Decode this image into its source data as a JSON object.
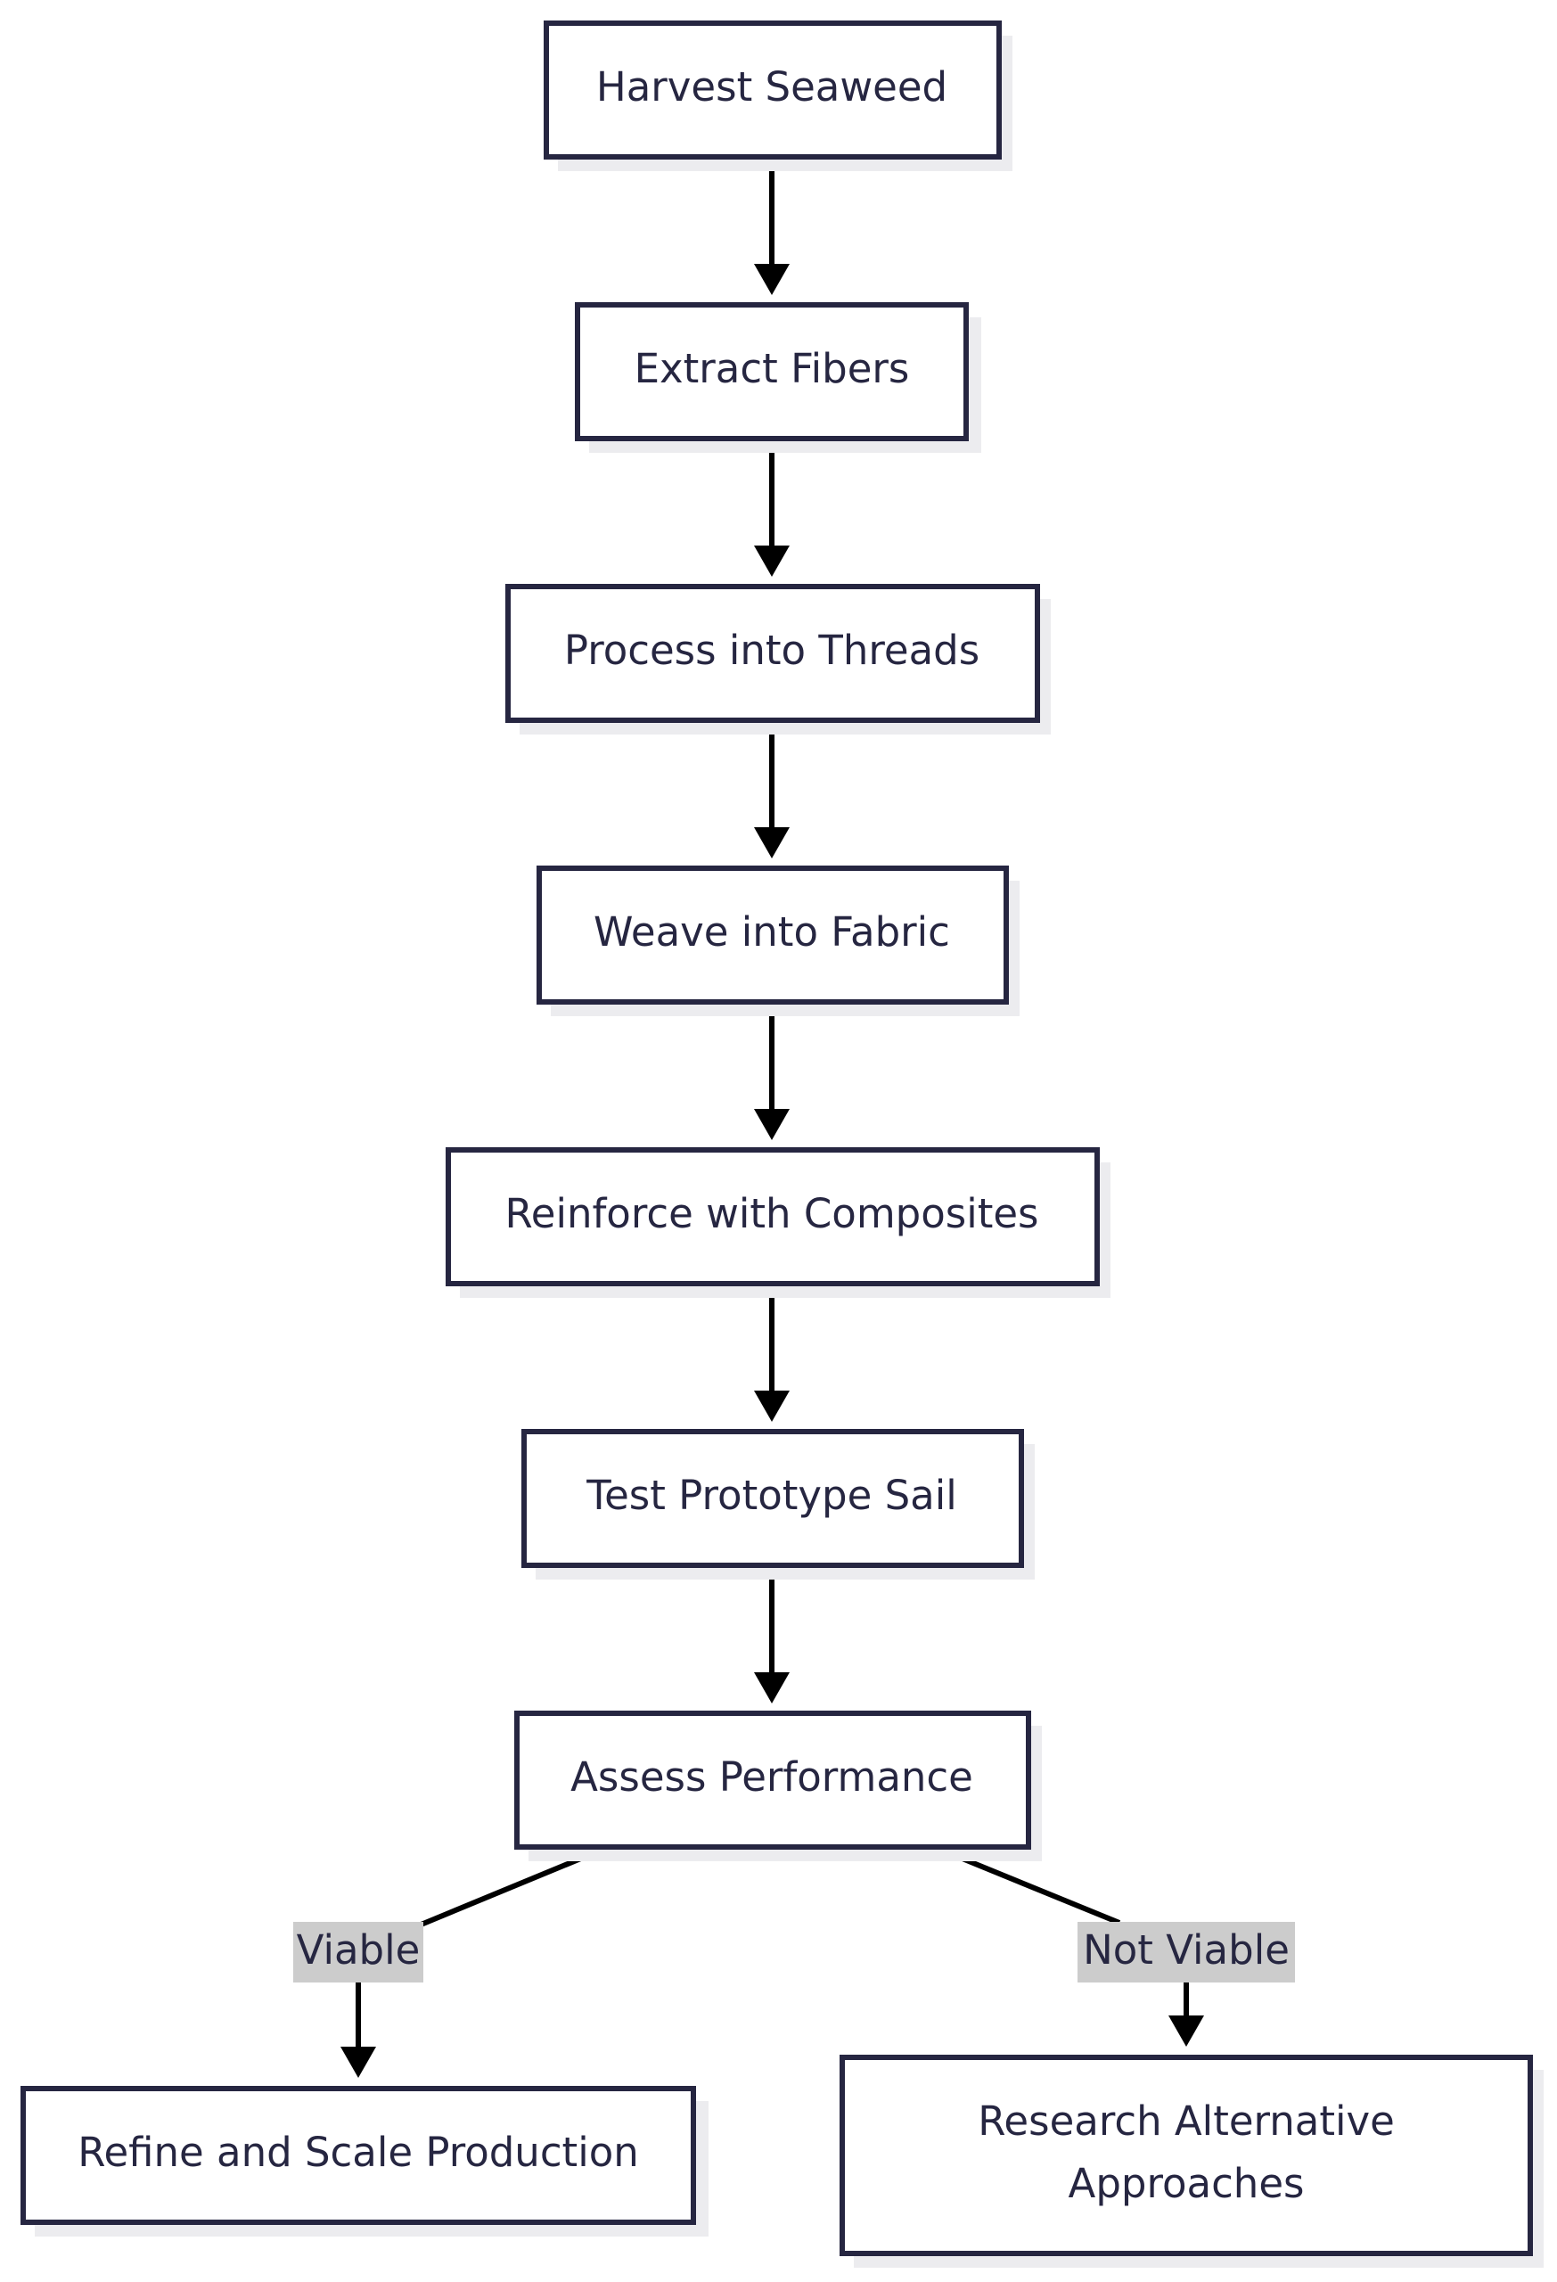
{
  "diagram": {
    "nodes": {
      "harvest": "Harvest Seaweed",
      "extract": "Extract Fibers",
      "process": "Process into Threads",
      "weave": "Weave into Fabric",
      "reinforce": "Reinforce with Composites",
      "test": "Test Prototype Sail",
      "assess": "Assess Performance",
      "refine": "Refine and Scale Production",
      "research_line1": "Research Alternative",
      "research_line2": "Approaches"
    },
    "edges": [
      {
        "from": "harvest",
        "to": "extract",
        "label": ""
      },
      {
        "from": "extract",
        "to": "process",
        "label": ""
      },
      {
        "from": "process",
        "to": "weave",
        "label": ""
      },
      {
        "from": "weave",
        "to": "reinforce",
        "label": ""
      },
      {
        "from": "reinforce",
        "to": "test",
        "label": ""
      },
      {
        "from": "test",
        "to": "assess",
        "label": ""
      },
      {
        "from": "assess",
        "to": "refine",
        "label": "Viable"
      },
      {
        "from": "assess",
        "to": "research",
        "label": "Not Viable"
      }
    ],
    "edge_labels": {
      "viable": "Viable",
      "not_viable": "Not Viable"
    },
    "colors": {
      "node_border": "#262641",
      "node_fill": "#ffffff",
      "shadow": "#ececef",
      "edge": "#000000",
      "label_bg": "#cccccc",
      "text": "#262641"
    }
  }
}
